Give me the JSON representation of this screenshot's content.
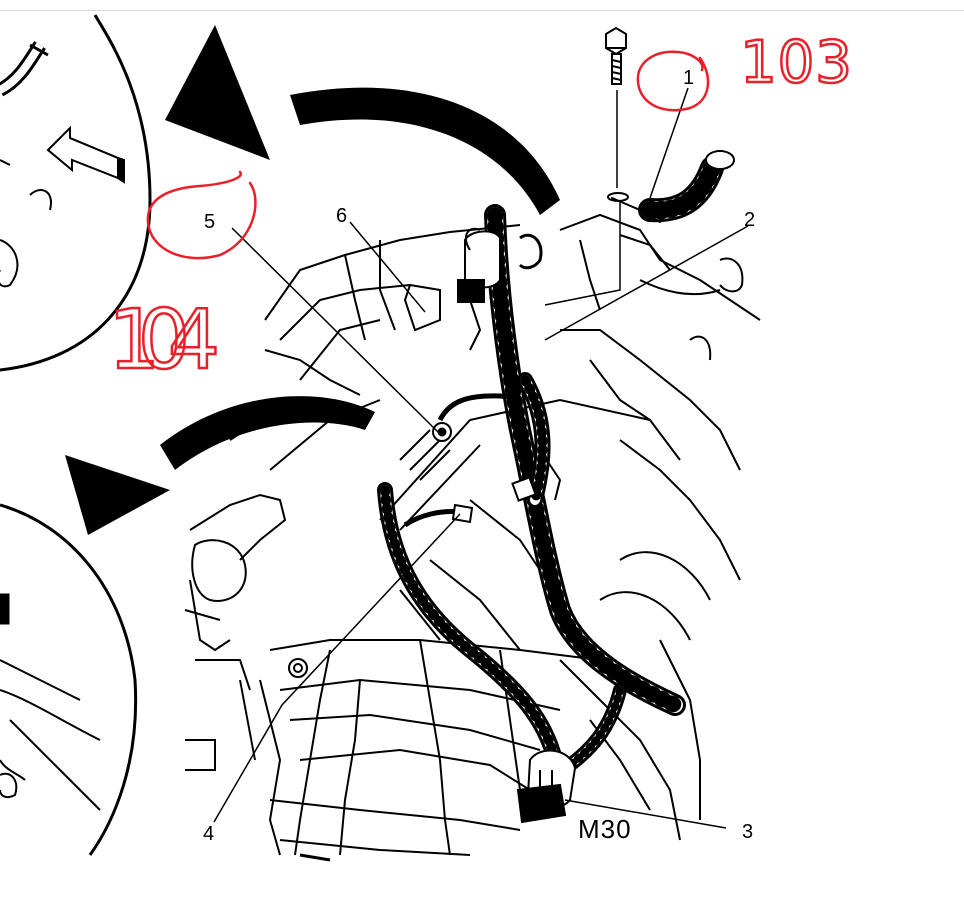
{
  "callouts": {
    "c1": "1",
    "c2": "2",
    "c3": "3",
    "c4": "4",
    "c5": "5",
    "c6": "6"
  },
  "stamp": "M30",
  "handwritten": {
    "h103": "103",
    "h104": "104"
  },
  "colors": {
    "line": "#000000",
    "annotation_red": "#e8202a",
    "background": "#ffffff"
  }
}
